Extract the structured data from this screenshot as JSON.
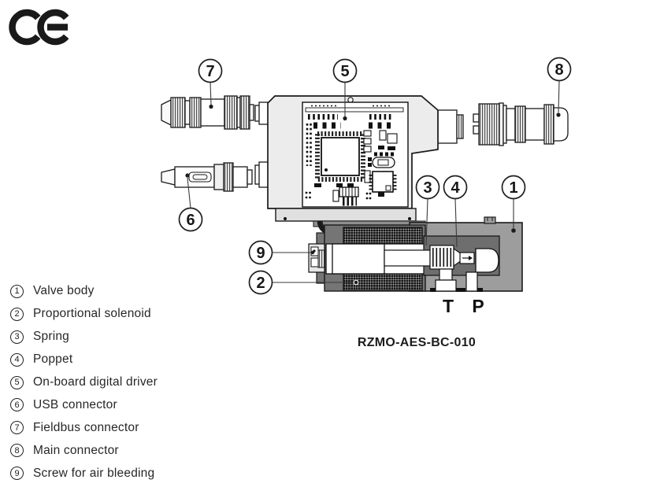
{
  "branding": {
    "ce_mark": "CE"
  },
  "model": {
    "label": "RZMO-AES-BC-010"
  },
  "ports": {
    "t": "T",
    "p": "P"
  },
  "callouts": {
    "c1": "1",
    "c2": "2",
    "c3": "3",
    "c4": "4",
    "c5": "5",
    "c6": "6",
    "c7": "7",
    "c8": "8",
    "c9": "9"
  },
  "legend": {
    "items": [
      {
        "num": "1",
        "label": "Valve body"
      },
      {
        "num": "2",
        "label": "Proportional solenoid"
      },
      {
        "num": "3",
        "label": "Spring"
      },
      {
        "num": "4",
        "label": "Poppet"
      },
      {
        "num": "5",
        "label": "On-board digital driver"
      },
      {
        "num": "6",
        "label": "USB connector"
      },
      {
        "num": "7",
        "label": "Fieldbus connector"
      },
      {
        "num": "8",
        "label": "Main connector"
      },
      {
        "num": "9",
        "label": "Screw for air bleeding"
      }
    ]
  },
  "colors": {
    "valve_body": "#9d9d9d",
    "solenoid": "#757575",
    "housing": "#ececec",
    "line": "#1a1a1a"
  }
}
